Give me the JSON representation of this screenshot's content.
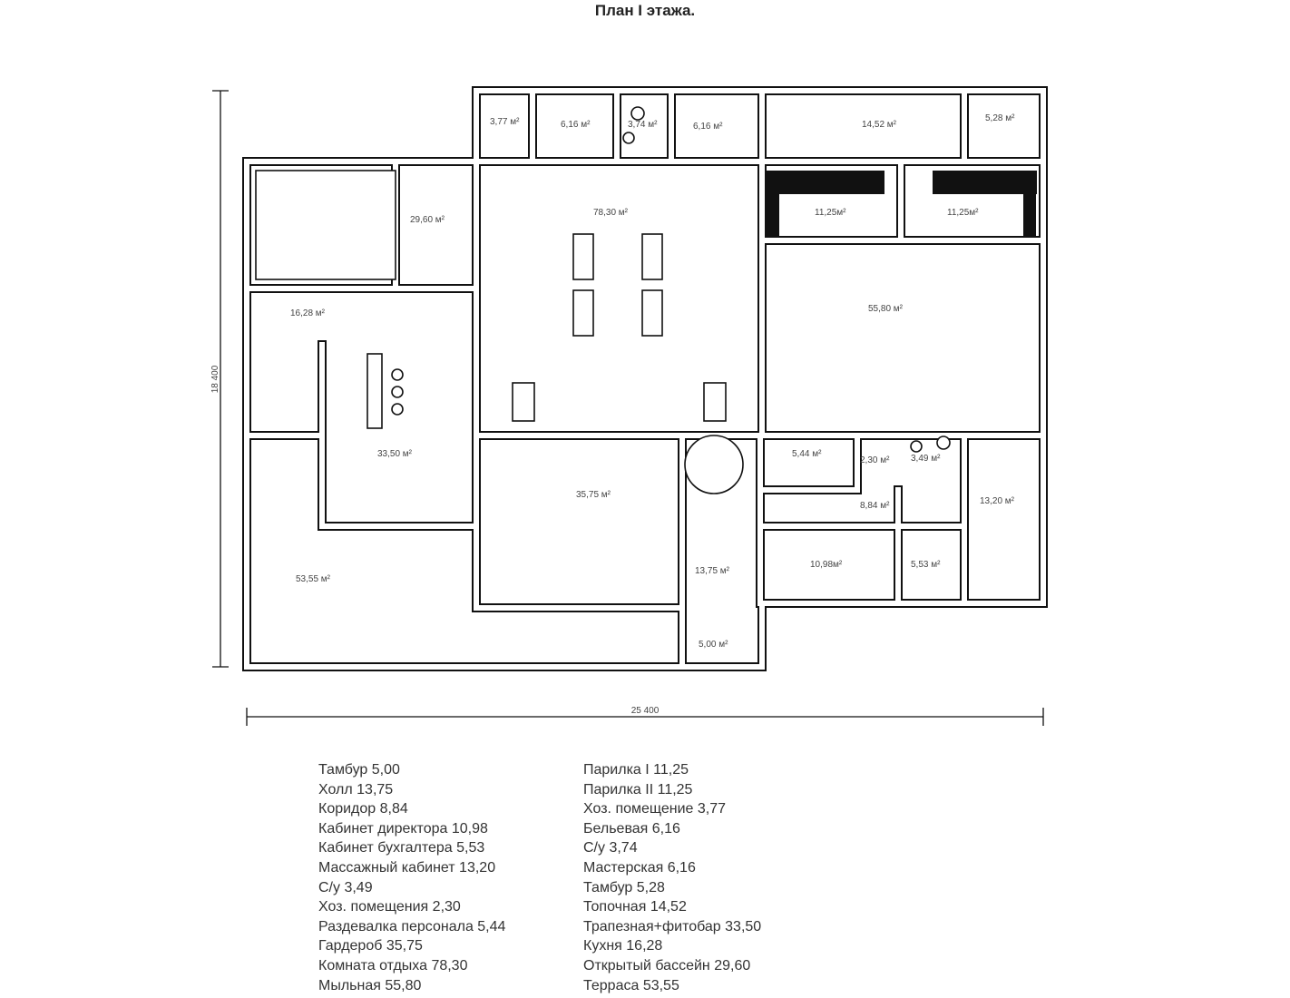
{
  "title": "План I этажа.",
  "dimensions": {
    "height": "18 400",
    "width": "25 400"
  },
  "rooms": [
    "3,77 м²",
    "6,16 м²",
    "3,74 м²",
    "6,16 м²",
    "14,52 м²",
    "5,28 м²",
    "29,60 м²",
    "78,30 м²",
    "11,25м²",
    "11,25м²",
    "16,28 м²",
    "55,80 м²",
    "33,50 м²",
    "5,44 м²",
    "2,30 м²",
    "3,49 м²",
    "35,75 м²",
    "8,84 м²",
    "13,20 м²",
    "10,98м²",
    "5,53 м²",
    "53,55 м²",
    "13,75 м²",
    "5,00 м²"
  ],
  "legend_left": [
    "Тамбур 5,00",
    "Холл 13,75",
    "Коридор 8,84",
    "Кабинет директора 10,98",
    "Кабинет бухгалтера 5,53",
    "Массажный кабинет 13,20",
    "С/у 3,49",
    "Хоз. помещения 2,30",
    "Раздевалка персонала 5,44",
    "Гардероб 35,75",
    "Комната отдыха 78,30",
    "Мыльная 55,80"
  ],
  "legend_right": [
    "Парилка I 11,25",
    "Парилка II 11,25",
    "Хоз. помещение 3,77",
    "Бельевая 6,16",
    "С/у 3,74",
    "Мастерская 6,16",
    "Тамбур 5,28",
    "Топочная 14,52",
    "Трапезная+фитобар 33,50",
    "Кухня 16,28",
    "Открытый бассейн 29,60",
    "Терраса 53,55"
  ]
}
